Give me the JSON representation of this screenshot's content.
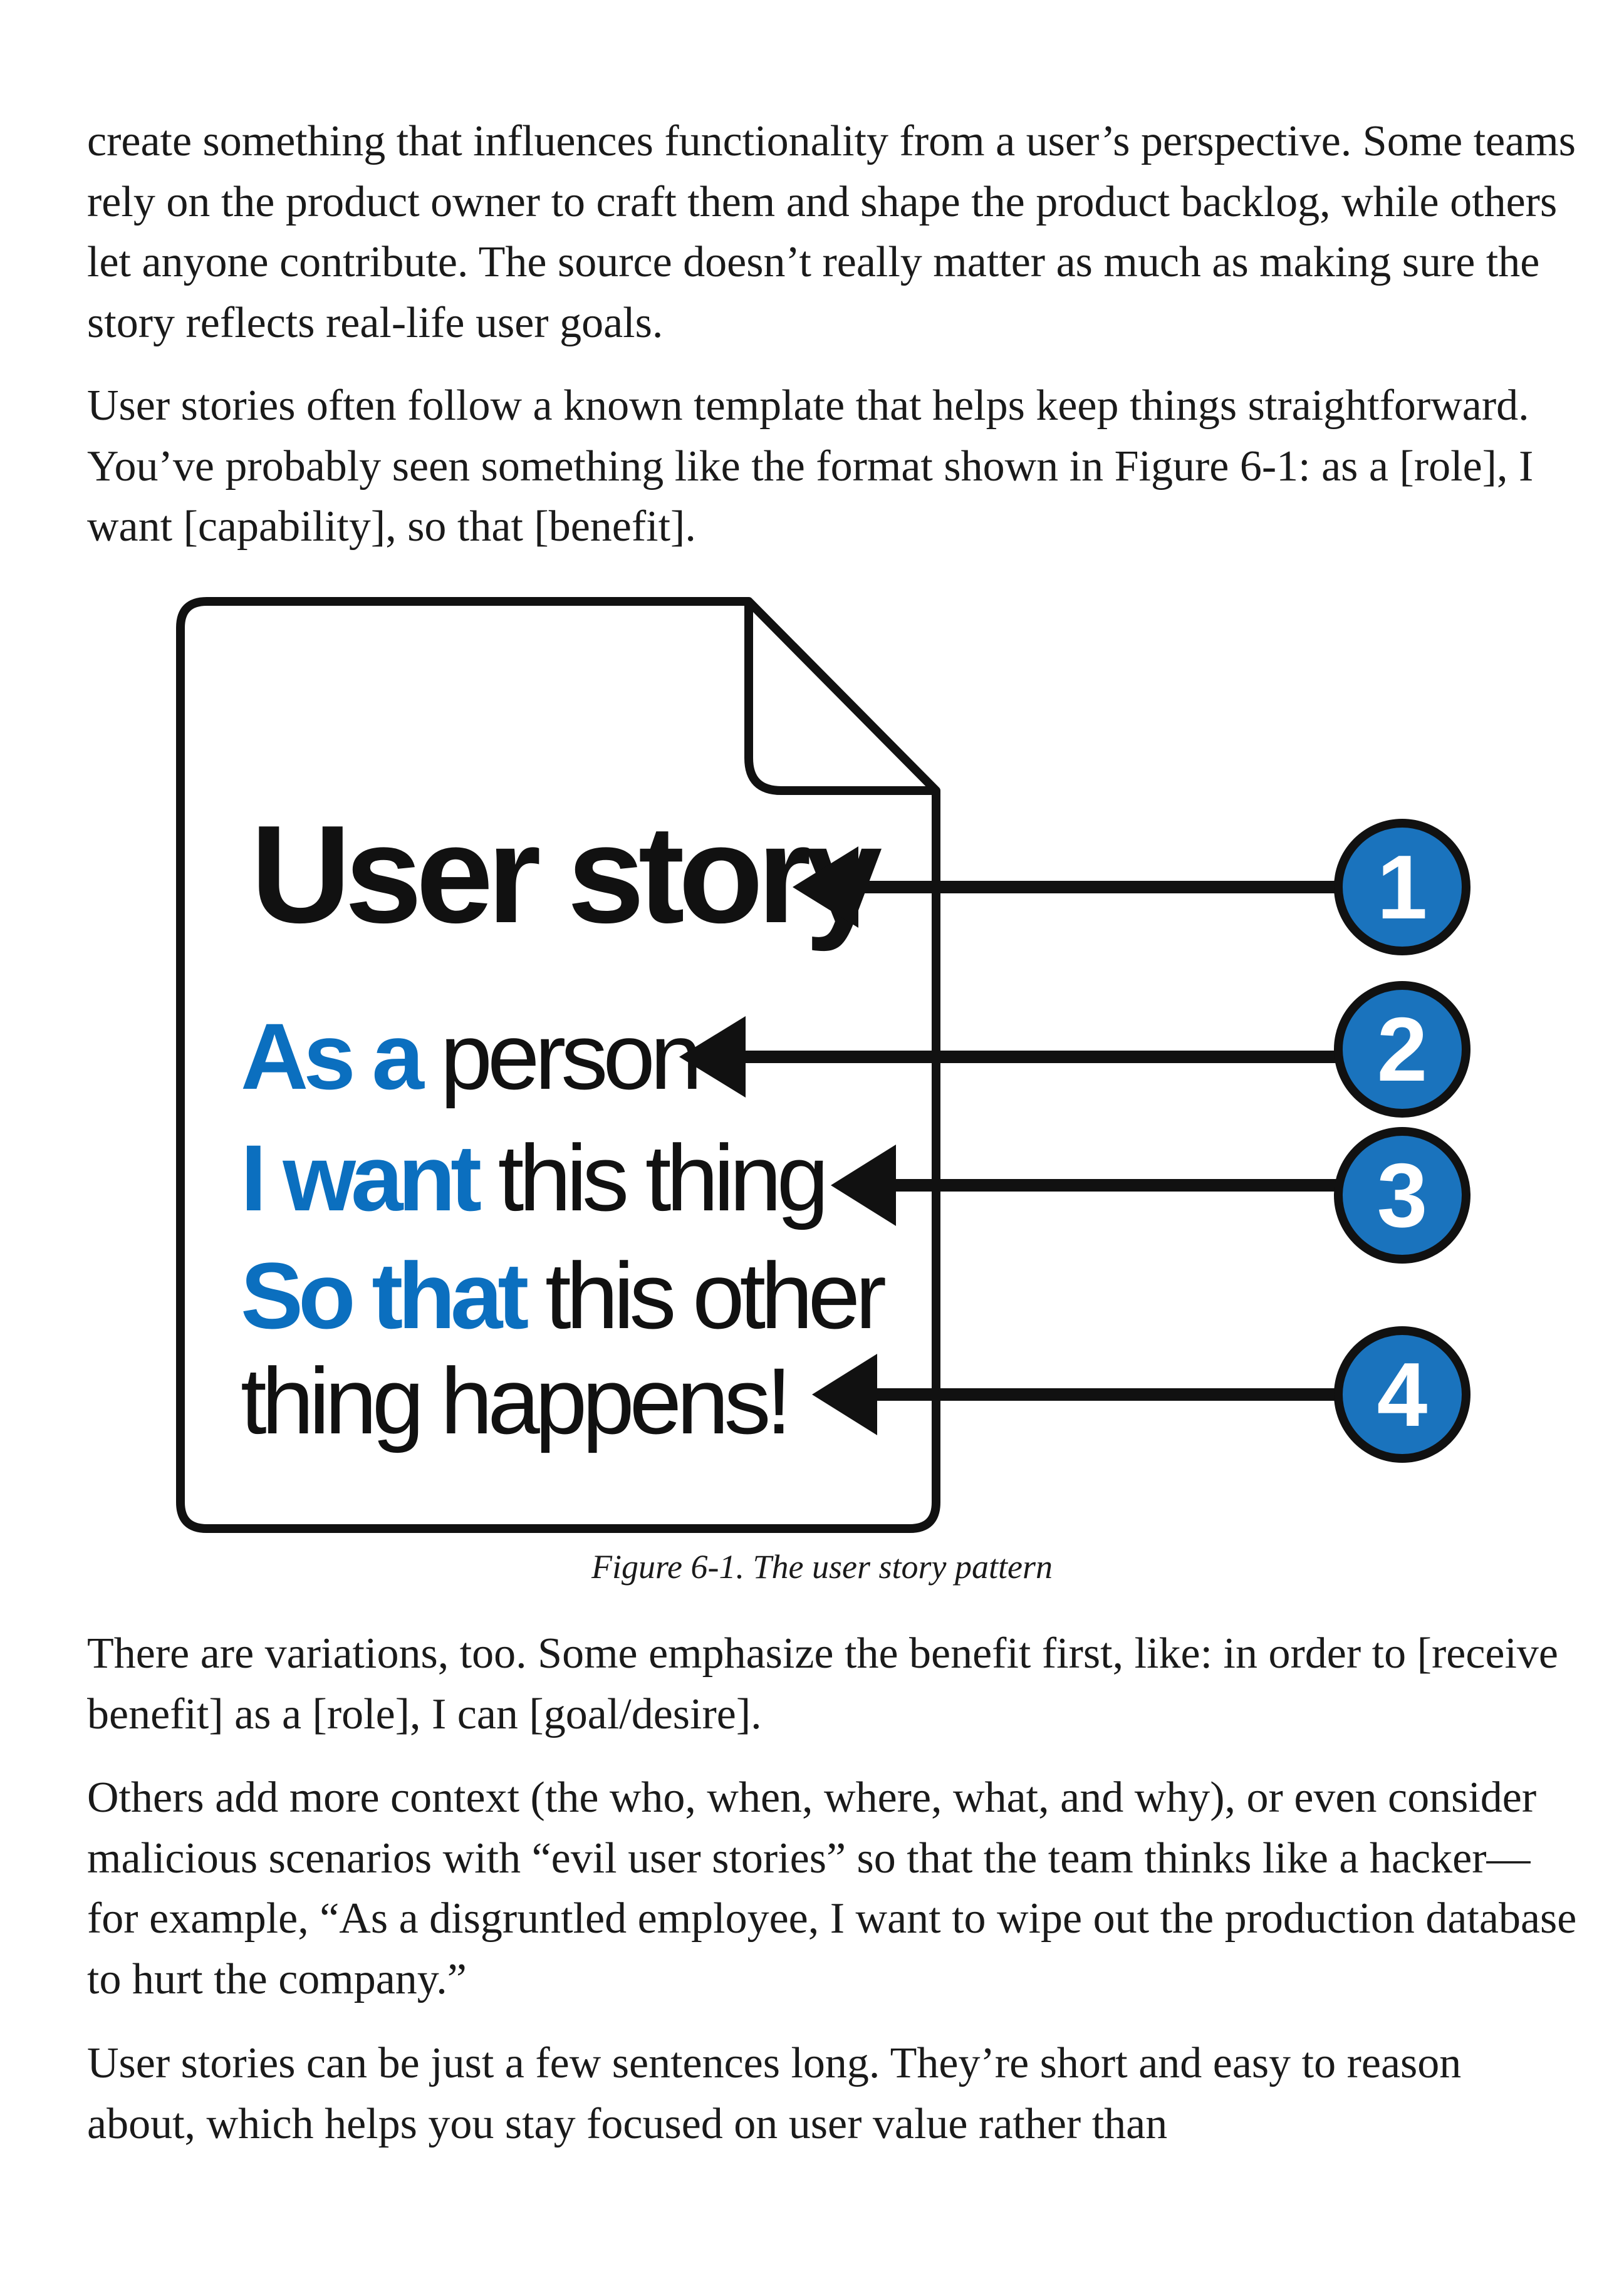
{
  "paragraphs": [
    "create something that influences functionality from a user’s perspective. Some teams rely on the product owner to craft them and shape the product backlog, while others let anyone contribute. The source doesn’t really matter as much as making sure the story reflects real-life user goals.",
    "User stories often follow a known template that helps keep things straightforward. You’ve probably seen something like the format shown in Figure 6-1: as a [role], I want [capability], so that [benefit].",
    "There are variations, too. Some emphasize the benefit first, like: in order to [receive benefit] as a [role], I can [goal/desire].",
    "Others add more context (the who, when, where, what, and why), or even consider malicious scenarios with “evil user stories” so that the team thinks like a hacker—for example, “As a disgruntled employee, I want to wipe out the production database to hurt the company.”",
    "User stories can be just a few sentences long. They’re short and easy to reason about, which helps you stay focused on user value rather than"
  ],
  "figure": {
    "title": "User story",
    "line1_blue": "As a",
    "line1_black": " person",
    "line2_blue": "I want",
    "line2_black": " this thing",
    "line3_blue": "So that",
    "line3_black": " this other",
    "line4_black": "thing happens!",
    "markers": [
      "1",
      "2",
      "3",
      "4"
    ],
    "caption": "Figure 6-1. The user story pattern",
    "colors": {
      "accent": "#0b6fbf",
      "marker": "#1a73bd"
    }
  }
}
